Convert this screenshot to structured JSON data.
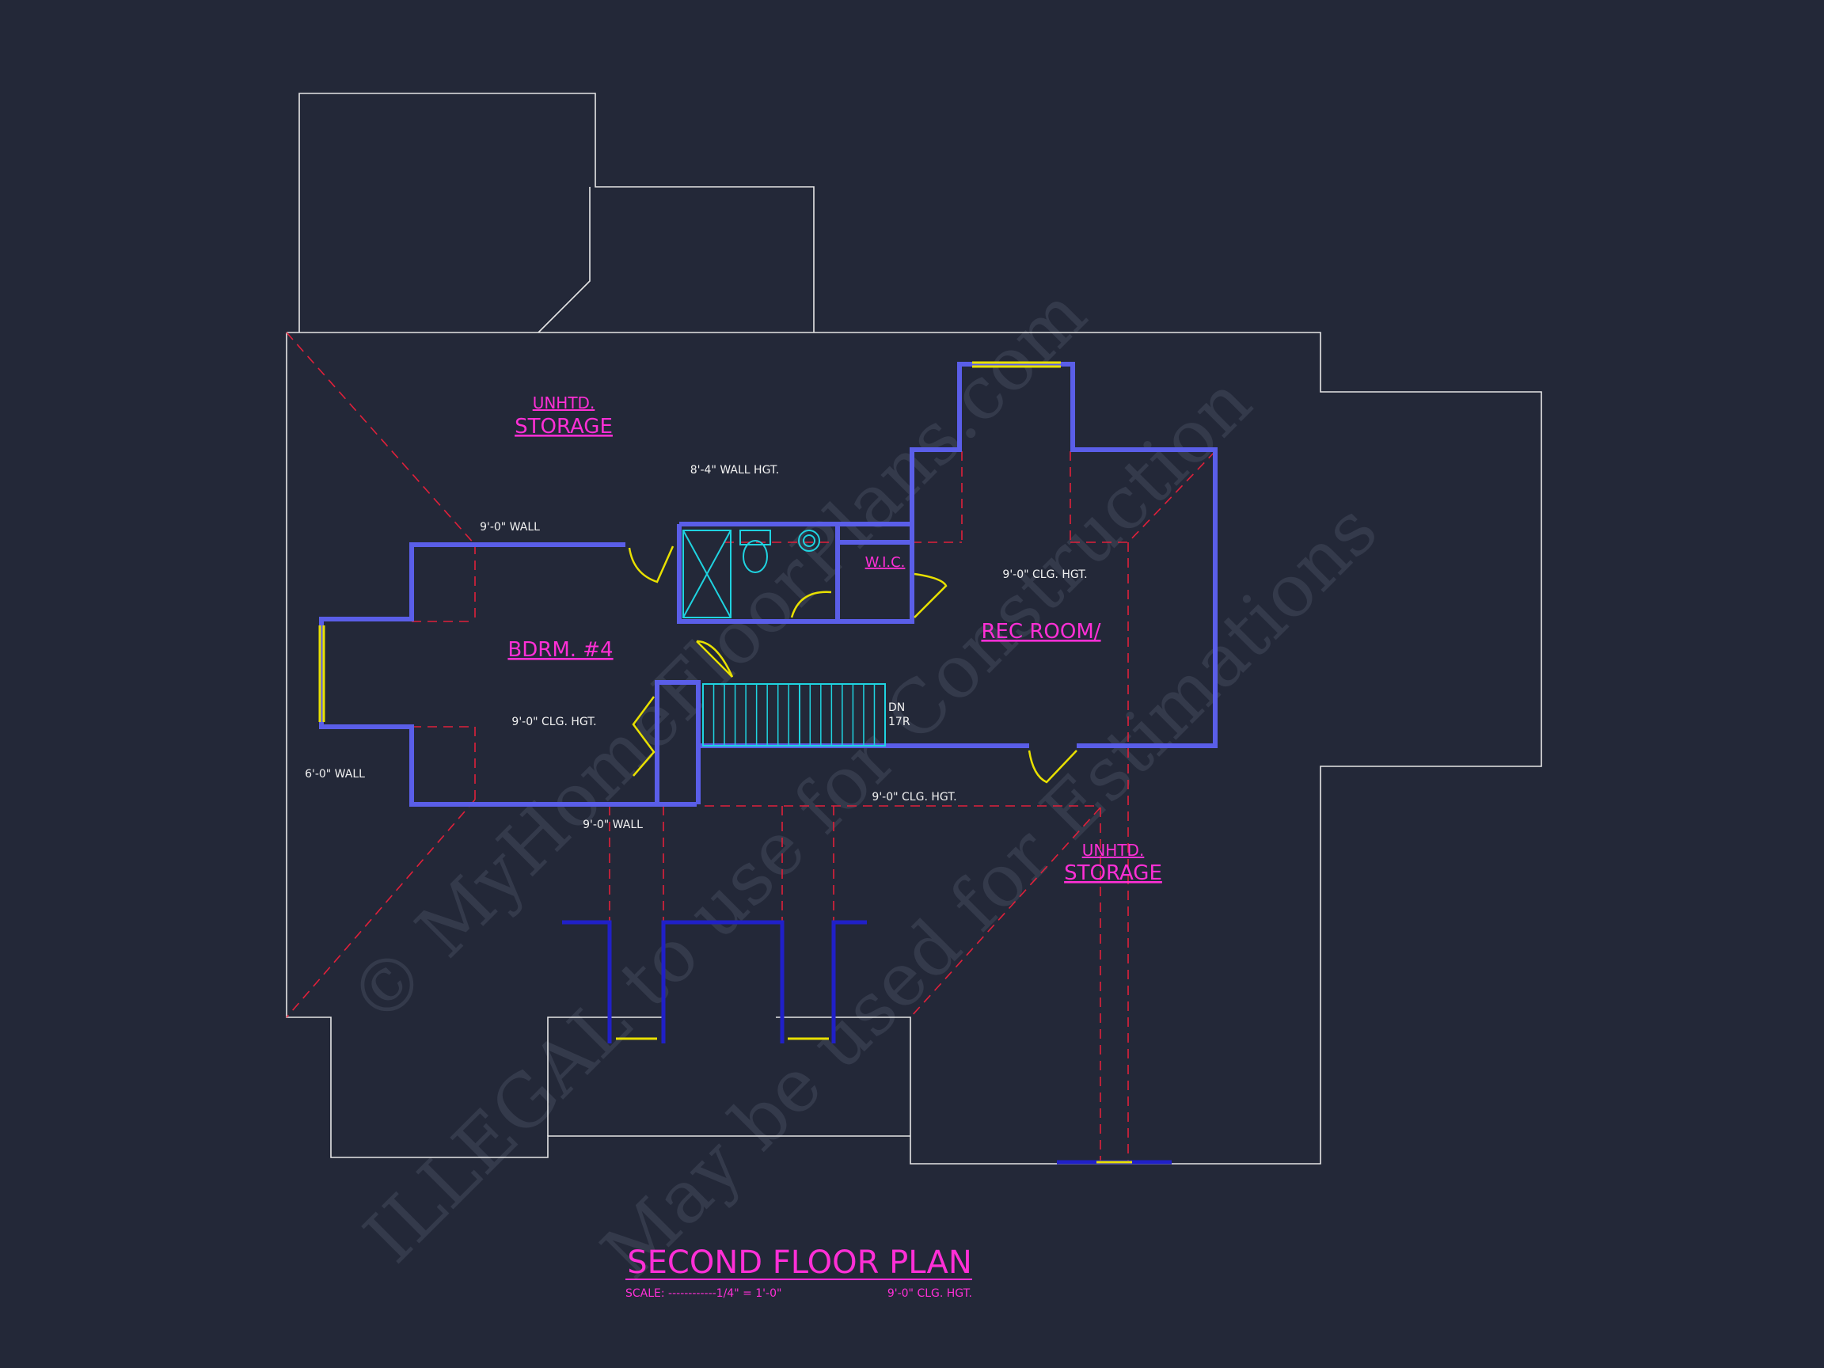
{
  "plan": {
    "title": "SECOND FLOOR PLAN",
    "scale_label": "SCALE: ------------1/4\" = 1'-0\"",
    "ceiling_note": "9'-0\" CLG. HGT."
  },
  "rooms": {
    "unhtd_storage_top_line1": "UNHTD.",
    "unhtd_storage_top_line2": "STORAGE",
    "bdrm4": "BDRM. #4",
    "wic": "W.I.C.",
    "rec_room": "REC ROOM/",
    "unhtd_storage_right_line1": "UNHTD.",
    "unhtd_storage_right_line2": "STORAGE"
  },
  "notes": {
    "wall_hgt_84": "8'-4\" WALL HGT.",
    "wall_9_top": "9'-0\" WALL",
    "clg_rec": "9'-0\" CLG. HGT.",
    "clg_bdrm": "9'-0\" CLG. HGT.",
    "wall_6": "6'-0\" WALL",
    "clg_lower": "9'-0\" CLG. HGT.",
    "wall_9_bottom": "9'-0\" WALL",
    "stair_dn": "DN",
    "stair_risers": "17R"
  },
  "watermark": {
    "line1": "© MyHomeFloorPlans.com",
    "line2": "ILLEGAL to use for Construction",
    "line3": "May be used for Estimations"
  },
  "colors": {
    "background": "#232838",
    "wall": "#5a5ee8",
    "outline": "#e6e6e6",
    "dashed": "#e0203a",
    "label": "#ff2fd6",
    "door": "#e8e000",
    "fixture": "#1fd3e0"
  }
}
